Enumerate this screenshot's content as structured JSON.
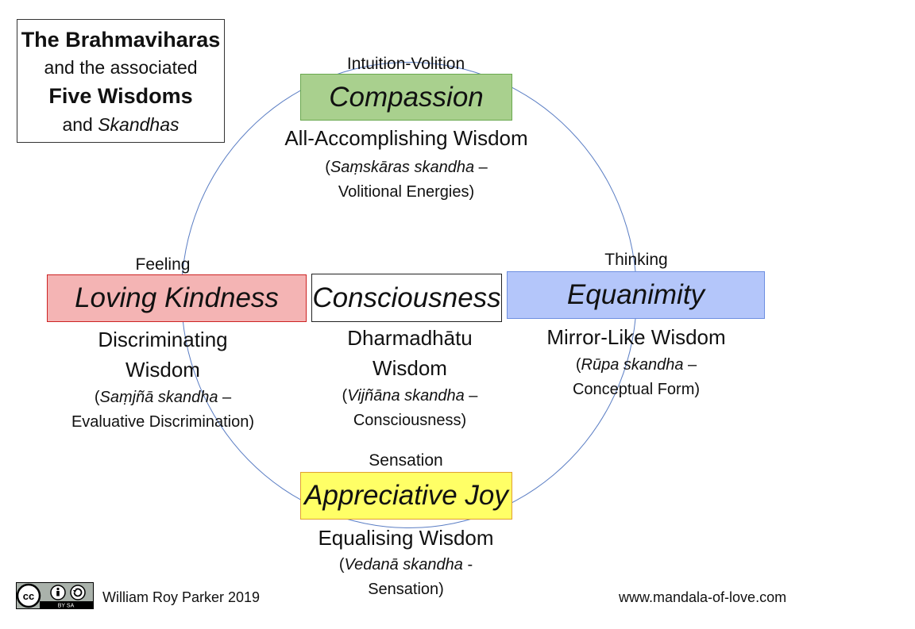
{
  "title": {
    "line1": "The Brahmaviharas",
    "line2": "and the associated",
    "line3": "Five Wisdoms",
    "line4_prefix": "and ",
    "line4_italic": "Skandhas"
  },
  "nodes": {
    "top": {
      "label": "Intuition-Volition",
      "name": "Compassion",
      "wisdom": "All-Accomplishing Wisdom",
      "skandha_italic": "Saṃskāras skandha",
      "skandha_rest": " –",
      "skandha_line2": "Volitional Energies)"
    },
    "left": {
      "label": "Feeling",
      "name": "Loving Kindness",
      "wisdom_line1": "Discriminating",
      "wisdom_line2": "Wisdom",
      "skandha_italic": "Saṃjñā skandha",
      "skandha_rest": " –",
      "skandha_line2": "Evaluative Discrimination)"
    },
    "center": {
      "name": "Consciousness",
      "wisdom_line1": "Dharmadhātu",
      "wisdom_line2": "Wisdom",
      "skandha_italic": "Vijñāna skandha",
      "skandha_rest": " –",
      "skandha_line2": "Consciousness)"
    },
    "right": {
      "label": "Thinking",
      "name": "Equanimity",
      "wisdom": "Mirror-Like Wisdom",
      "skandha_italic": "Rūpa skandha",
      "skandha_rest": " –",
      "skandha_line2": "Conceptual Form)"
    },
    "bottom": {
      "label": "Sensation",
      "name": "Appreciative Joy",
      "wisdom": "Equalising Wisdom",
      "skandha_italic": "Vedanā skandha",
      "skandha_rest": " -",
      "skandha_line2": "Sensation)"
    }
  },
  "colors": {
    "compassion": "#a9d08e",
    "loving_kindness": "#f4b4b4",
    "consciousness": "#ffffff",
    "equanimity": "#b4c6fa",
    "appreciative_joy": "#ffff66",
    "circle": "#5b7ec4"
  },
  "footer": {
    "author": "William Roy Parker 2019",
    "website": "www.mandala-of-love.com",
    "license_icon": "cc-by-sa-icon",
    "license_text": "BY SA"
  }
}
